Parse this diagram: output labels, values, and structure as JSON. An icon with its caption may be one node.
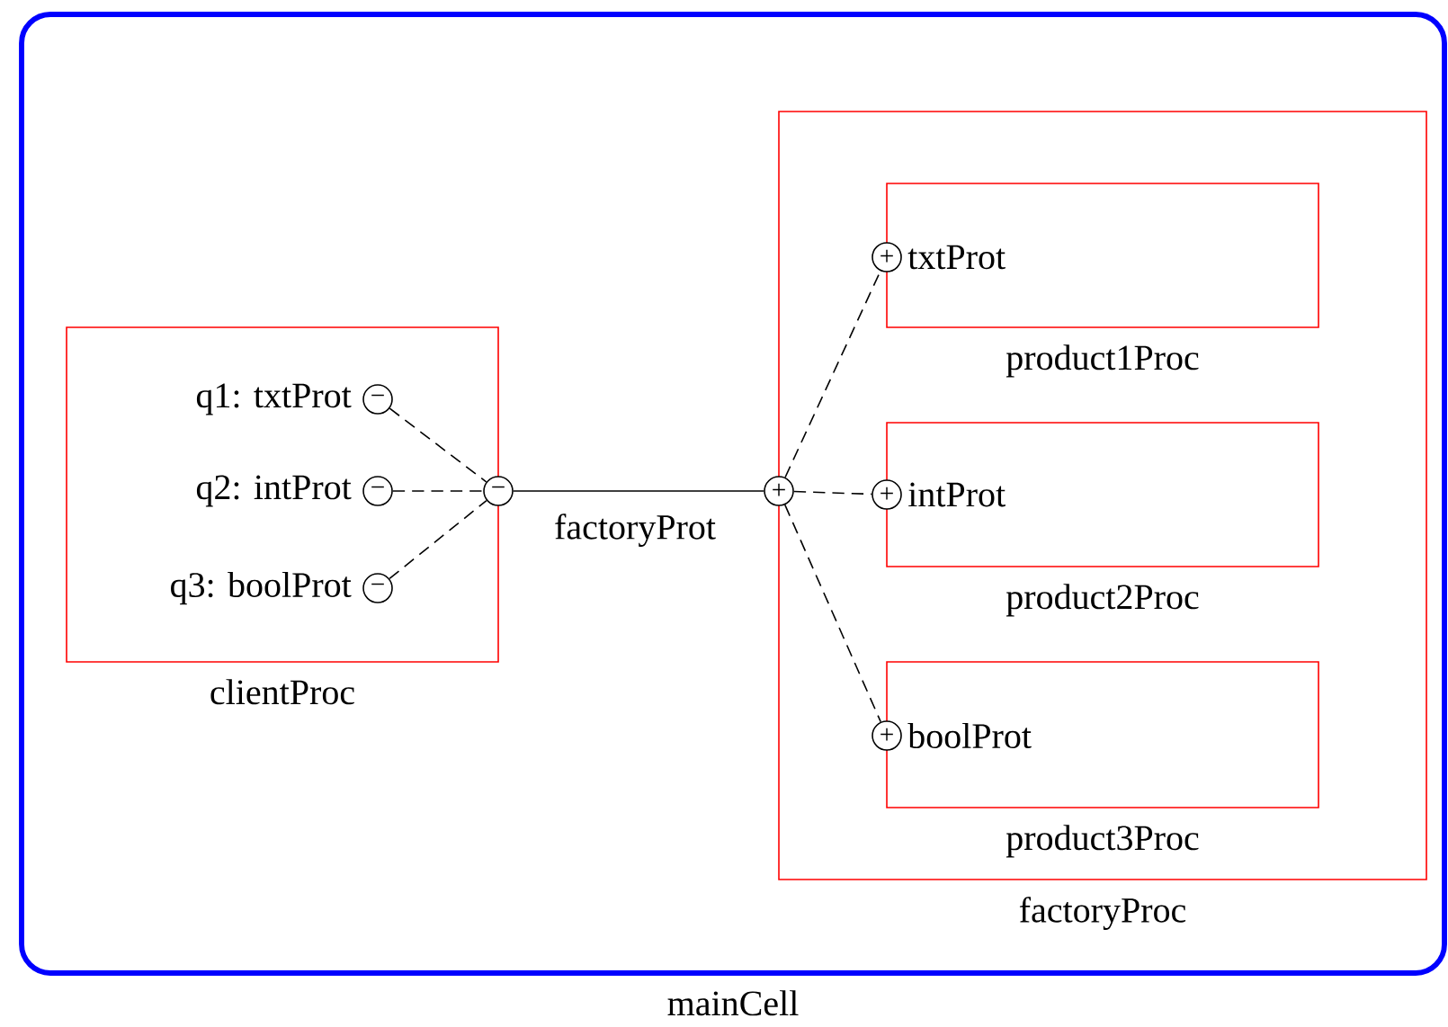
{
  "diagram": {
    "nodes": [
      {
        "text": [
          "mainCell"
        ]
      },
      {
        "text": [
          "clientProc"
        ],
        "in": 0
      },
      {
        "text": [
          "factoryProc"
        ],
        "in": 0
      },
      {
        "text": [
          "product1Proc"
        ],
        "in": 2
      },
      {
        "text": [
          "product2Proc"
        ],
        "in": 2
      },
      {
        "text": [
          "product3Proc"
        ],
        "in": 2
      },
      {
        "text": [
          "−"
        ],
        "beside": [
          "q1: txtProt"
        ],
        "in": 1
      },
      {
        "text": [
          "−"
        ],
        "beside": [
          "q2: intProt"
        ],
        "in": 1
      },
      {
        "text": [
          "−"
        ],
        "beside": [
          "q3: boolProt"
        ],
        "in": 1
      },
      {
        "text": [
          "−"
        ],
        "beside": [
          "factoryProt"
        ],
        "in": 0
      },
      {
        "text": [
          "+"
        ],
        "in": 0
      },
      {
        "text": [
          "+"
        ],
        "beside": [
          "txtProt"
        ],
        "in": 2
      },
      {
        "text": [
          "+"
        ],
        "beside": [
          "intProt"
        ],
        "in": 2
      },
      {
        "text": [
          "+"
        ],
        "beside": [
          "boolProt"
        ],
        "in": 2
      }
    ],
    "edges": [
      {
        "from": 6,
        "to": 9,
        "arrow": "none",
        "style": "dashed"
      },
      {
        "from": 7,
        "to": 9,
        "arrow": "none",
        "style": "dashed"
      },
      {
        "from": 8,
        "to": 9,
        "arrow": "none",
        "style": "dashed"
      },
      {
        "from": 9,
        "to": 10,
        "arrow": "none"
      },
      {
        "from": 10,
        "to": 11,
        "arrow": "none",
        "style": "dashed"
      },
      {
        "from": 10,
        "to": 12,
        "arrow": "none",
        "style": "dashed"
      },
      {
        "from": 10,
        "to": 13,
        "arrow": "none",
        "style": "dashed"
      }
    ]
  }
}
